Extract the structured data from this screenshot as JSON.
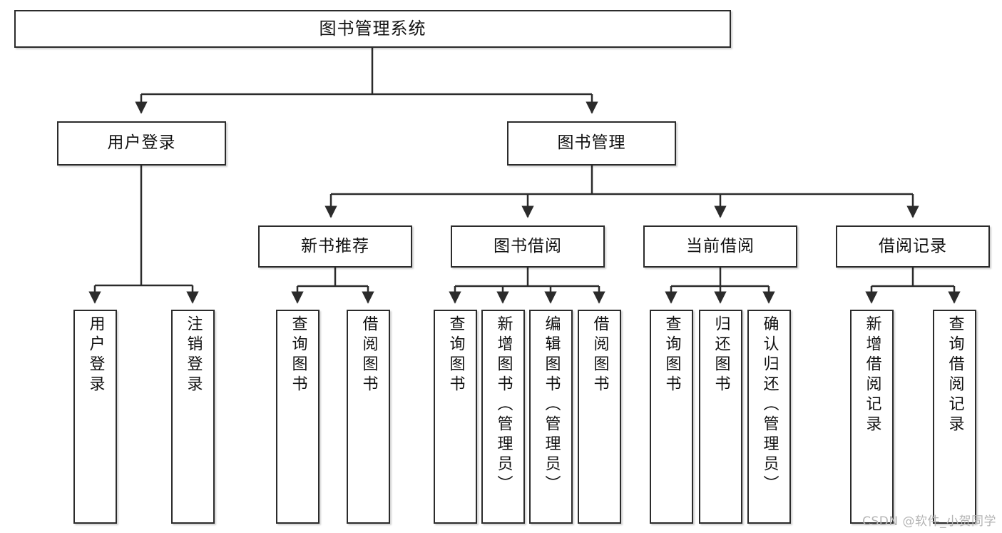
{
  "diagram": {
    "title_node": {
      "id": "root",
      "label": "图书管理系统"
    },
    "level2": [
      {
        "id": "user-login",
        "label": "用户登录"
      },
      {
        "id": "book-manage",
        "label": "图书管理"
      }
    ],
    "level3": [
      {
        "id": "new-book-rec",
        "label": "新书推荐"
      },
      {
        "id": "book-borrow",
        "label": "图书借阅"
      },
      {
        "id": "current-borrow",
        "label": "当前借阅"
      },
      {
        "id": "borrow-record",
        "label": "借阅记录"
      }
    ],
    "leaves": {
      "user_login": [
        {
          "id": "leaf-user-login",
          "label": "用户登录"
        },
        {
          "id": "leaf-logout-login",
          "label": "注销登录"
        }
      ],
      "new_book_rec": [
        {
          "id": "leaf-query-book-1",
          "label": "查询图书"
        },
        {
          "id": "leaf-borrow-book-1",
          "label": "借阅图书"
        }
      ],
      "book_borrow": [
        {
          "id": "leaf-query-book-2",
          "label": "查询图书"
        },
        {
          "id": "leaf-add-book",
          "label": "新增图书（管理员）"
        },
        {
          "id": "leaf-edit-book",
          "label": "编辑图书（管理员）"
        },
        {
          "id": "leaf-borrow-book-2",
          "label": "借阅图书"
        }
      ],
      "current_borrow": [
        {
          "id": "leaf-query-book-3",
          "label": "查询图书"
        },
        {
          "id": "leaf-return-book",
          "label": "归还图书"
        },
        {
          "id": "leaf-confirm-return",
          "label": "确认归还（管理员）"
        }
      ],
      "borrow_record": [
        {
          "id": "leaf-add-record",
          "label": "新增借阅记录"
        },
        {
          "id": "leaf-query-record",
          "label": "查询借阅记录"
        }
      ]
    }
  },
  "watermark": {
    "text": "CSDN @软件_小贺同学"
  },
  "colors": {
    "border": "#2b2b2b",
    "background": "#ffffff",
    "text": "#111111",
    "watermark": "#b4b4b4"
  }
}
